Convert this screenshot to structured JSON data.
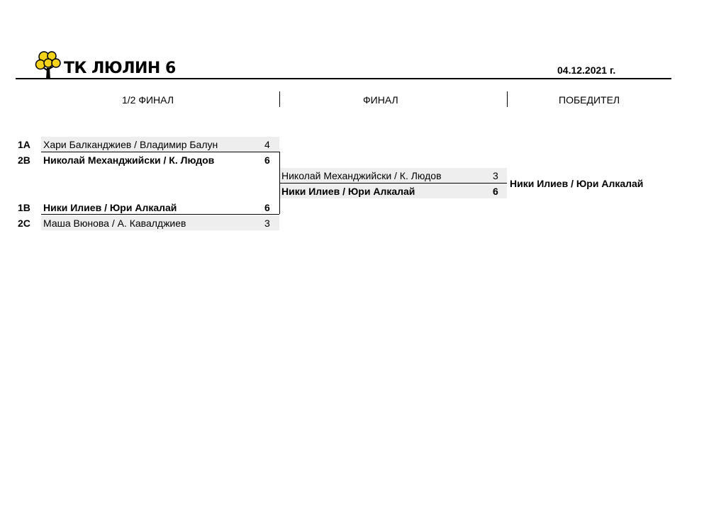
{
  "header": {
    "club_name": "ТК ЛЮЛИН 6",
    "date": "04.12.2021 г."
  },
  "columns": {
    "semifinal": "1/2 ФИНАЛ",
    "final": "ФИНАЛ",
    "winner": "ПОБЕДИТЕЛ"
  },
  "semifinals": [
    {
      "seed": "1A",
      "team": "Хари Балканджиев  / Владимир Балун",
      "score": "4",
      "winner": false
    },
    {
      "seed": "2B",
      "team": "Николай Механджийски / К. Людов",
      "score": "6",
      "winner": true
    },
    {
      "seed": "1B",
      "team": "Ники Илиев / Юри Алкалай",
      "score": "6",
      "winner": true
    },
    {
      "seed": "2C",
      "team": "Маша Вюнова / А. Кавалджиев",
      "score": "3",
      "winner": false
    }
  ],
  "final": [
    {
      "team": "Николай Механджийски / К. Людов",
      "score": "3",
      "winner": false
    },
    {
      "team": "Ники Илиев / Юри Алкалай",
      "score": "6",
      "winner": true
    }
  ],
  "champion": "Ники Илиев / Юри Алкалай",
  "colors": {
    "shade": "#eeeeee",
    "logo_yellow": "#f2d21a"
  }
}
